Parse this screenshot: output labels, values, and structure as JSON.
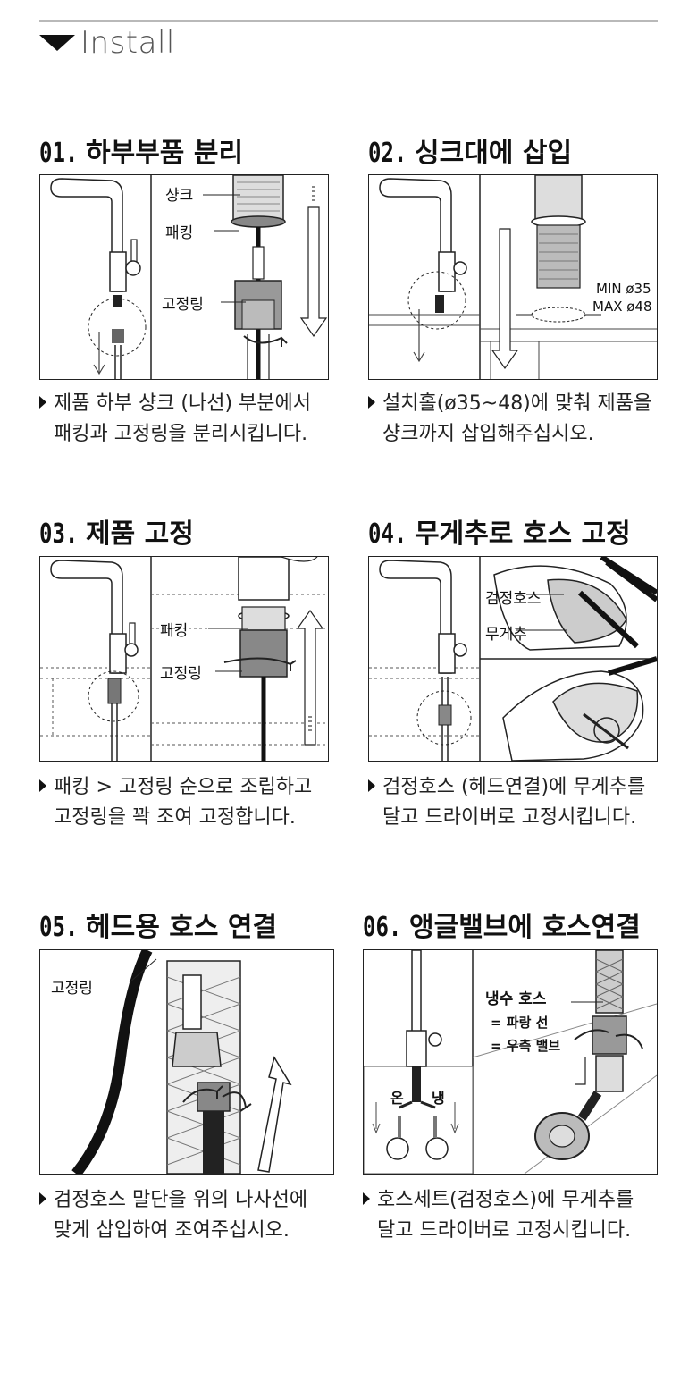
{
  "header": {
    "title": "Install"
  },
  "steps": [
    {
      "num": "01.",
      "title": "하부부품 분리",
      "desc": [
        "제품 하부 샹크 (나선) 부분에서",
        "패킹과 고정링을 분리시킵니다."
      ],
      "labels": [
        "샹크",
        "패킹",
        "고정링"
      ]
    },
    {
      "num": "02.",
      "title": "싱크대에 삽입",
      "desc": [
        "설치홀(ø35~48)에 맞춰 제품을",
        "샹크까지 삽입해주십시오."
      ],
      "labels": [
        "MIN ø35",
        "MAX ø48"
      ]
    },
    {
      "num": "03.",
      "title": "제품 고정",
      "desc": [
        "패킹 > 고정링 순으로 조립하고",
        "고정링을 꽉 조여 고정합니다."
      ],
      "labels": [
        "패킹",
        "고정링"
      ]
    },
    {
      "num": "04.",
      "title": "무게추로 호스 고정",
      "desc": [
        "검정호스 (헤드연결)에 무게추를",
        "달고 드라이버로 고정시킵니다."
      ],
      "labels": [
        "검정호스",
        "무게추"
      ]
    },
    {
      "num": "05.",
      "title": "헤드용 호스 연결",
      "desc": [
        "검정호스 말단을 위의 나사선에",
        "맞게 삽입하여 조여주십시오."
      ],
      "labels": [
        "고정링"
      ]
    },
    {
      "num": "06.",
      "title": "앵글밸브에 호스연결",
      "desc": [
        "호스세트(검정호스)에 무게추를",
        "달고 드라이버로 고정시킵니다."
      ],
      "labels": [
        "냉수 호스",
        "= 파랑 선",
        "= 우측 밸브",
        "온",
        "냉"
      ]
    }
  ]
}
